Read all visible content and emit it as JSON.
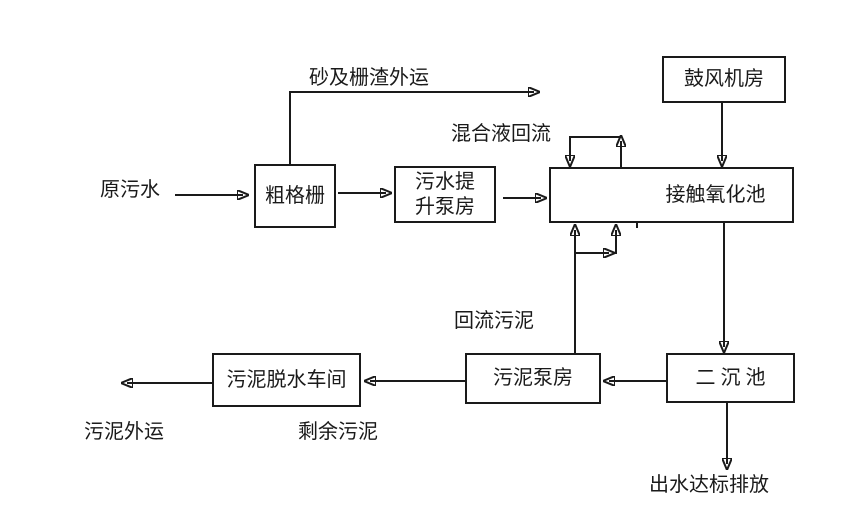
{
  "diagram": {
    "type": "process-flow-diagram",
    "subject": "wastewater treatment flow",
    "boxes": {
      "coarse_screen": "粗格栅",
      "lift_pump_line1": "污水提",
      "lift_pump_line2": "升泵房",
      "blower_room": "鼓风机房",
      "contact_oxidation": "接触氧化池",
      "secondary_clarifier": "二 沉 池",
      "sludge_pump": "污泥泵房",
      "dewatering_workshop": "污泥脱水车间"
    },
    "labels": {
      "raw_sewage": "原污水",
      "sand_residue_out": "砂及栅渣外运",
      "mixed_liquor_return": "混合液回流",
      "return_sludge": "回流污泥",
      "effluent_discharge": "出水达标排放",
      "sludge_out": "污泥外运",
      "excess_sludge": "剩余污泥"
    },
    "colors": {
      "line": "#1a1a1a",
      "background": "#ffffff",
      "text": "#1a1a1a"
    }
  }
}
